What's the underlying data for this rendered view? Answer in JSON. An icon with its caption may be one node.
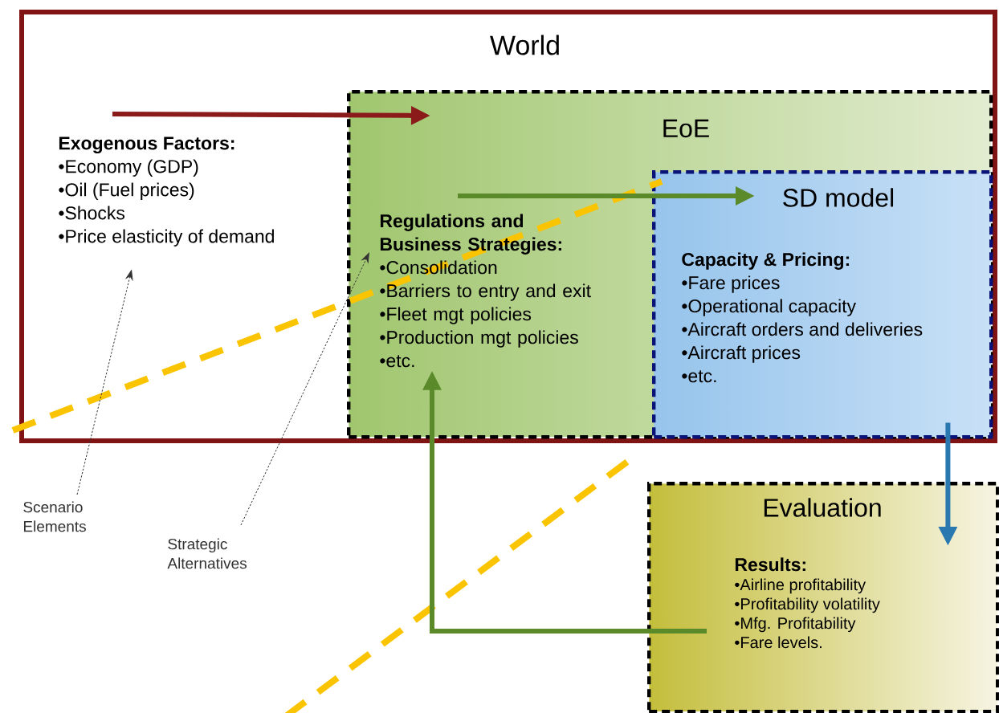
{
  "diagram": {
    "nodes": [
      {
        "text": [
          "World"
        ]
      },
      {
        "text": [
          "EoE"
        ],
        "in": 0
      },
      {
        "text": [
          "SD model"
        ],
        "in": 1
      },
      {
        "text": [
          "Exogenous Factors:",
          "•Economy (GDP)",
          "•Oil (Fuel prices)",
          "•Shocks",
          "•Price elasticity of demand"
        ],
        "in": 0
      },
      {
        "text": [
          "Regulations and Business Strategies:",
          "•Consolidation",
          "•Barriers to entry and exit",
          "•Fleet mgt policies",
          "•Production mgt policies",
          "•etc."
        ],
        "in": 1
      },
      {
        "text": [
          "Capacity & Pricing:",
          "•Fare prices",
          "•Operational capacity",
          "•Aircraft orders and deliveries",
          "•Aircraft prices",
          "•etc."
        ],
        "in": 2
      },
      {
        "text": [
          "Evaluation",
          "Results:",
          "•Airline profitability",
          "•Profitability volatility",
          "•Mfg. Profitability",
          "•Fare levels."
        ]
      },
      {
        "text": [
          "Scenario Elements"
        ]
      },
      {
        "text": [
          "Strategic Alternatives"
        ]
      }
    ],
    "edges": [
      {
        "from": 3,
        "to": 1,
        "arrow": "to",
        "color": "#8b1a1a"
      },
      {
        "from": 4,
        "to": 2,
        "arrow": "to",
        "color": "#5b8a2a"
      },
      {
        "from": 2,
        "to": 6,
        "arrow": "to",
        "color": "#2a78b0"
      },
      {
        "from": 6,
        "to": 4,
        "arrow": "to",
        "color": "#5b8a2a"
      },
      {
        "from": 7,
        "to": 3,
        "arrow": "to",
        "style": "dashed",
        "color": "#333333"
      },
      {
        "from": 8,
        "to": 4,
        "arrow": "to",
        "style": "dashed",
        "color": "#333333"
      }
    ]
  }
}
